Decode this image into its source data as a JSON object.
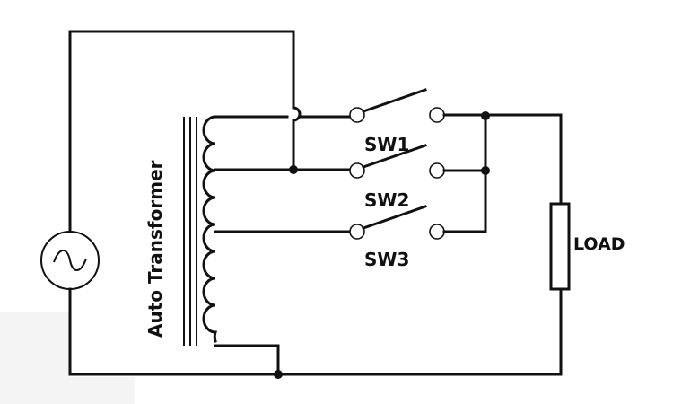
{
  "labels": {
    "transformer": "Auto Transformer",
    "sw1": "SW1",
    "sw2": "SW2",
    "sw3": "SW3",
    "load": "LOAD"
  },
  "components": {
    "source_symbol": "ac-source-icon",
    "switch_count": 3
  }
}
